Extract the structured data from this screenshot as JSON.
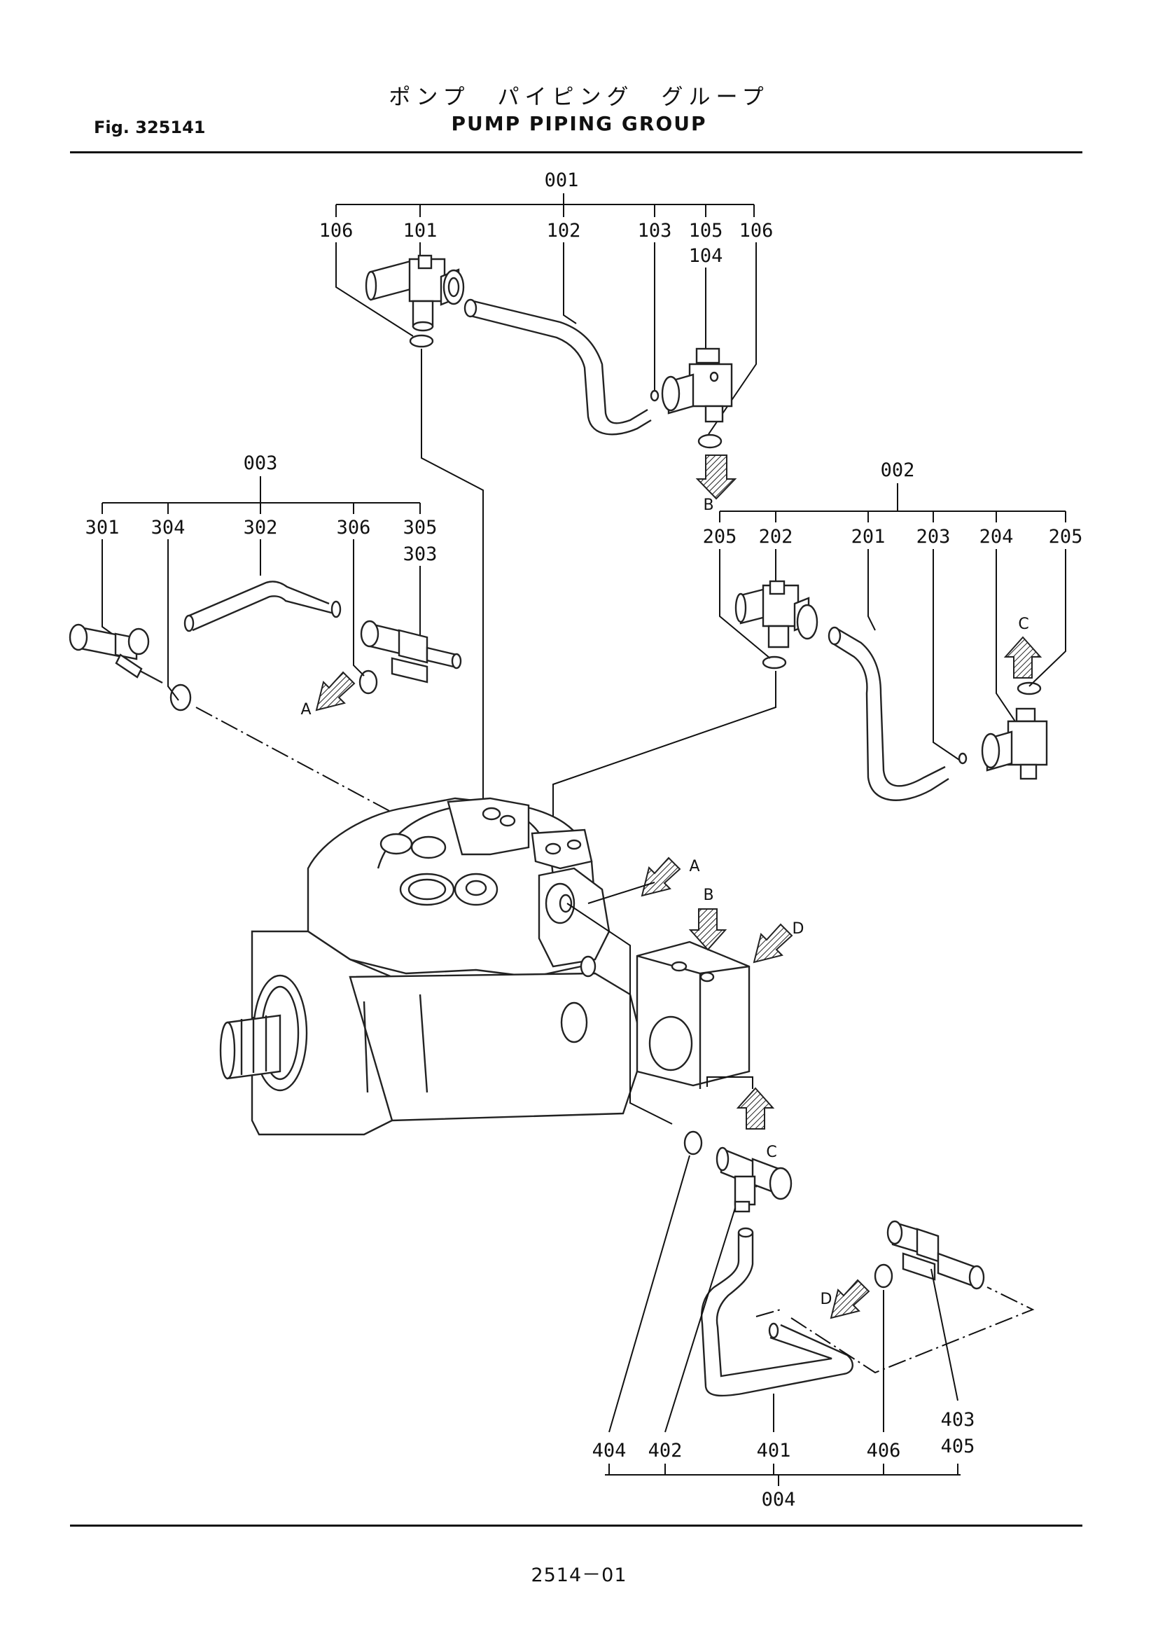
{
  "header": {
    "title_jp": "ポンプ　パイピング　グループ",
    "title_en": "PUMP  PIPING  GROUP",
    "figure": "Fig.  325141"
  },
  "footer": {
    "page_number": "2514－01"
  },
  "assemblies": [
    {
      "id": "001",
      "parts": [
        "106",
        "101",
        "102",
        "103",
        "105",
        "104",
        "106"
      ]
    },
    {
      "id": "002",
      "parts": [
        "205",
        "202",
        "201",
        "203",
        "204",
        "205"
      ]
    },
    {
      "id": "003",
      "parts": [
        "301",
        "304",
        "302",
        "306",
        "305",
        "303"
      ]
    },
    {
      "id": "004",
      "parts": [
        "404",
        "402",
        "401",
        "406",
        "403",
        "405"
      ]
    }
  ],
  "view_arrows": [
    "A",
    "B",
    "C",
    "D",
    "A",
    "B",
    "C",
    "D"
  ]
}
